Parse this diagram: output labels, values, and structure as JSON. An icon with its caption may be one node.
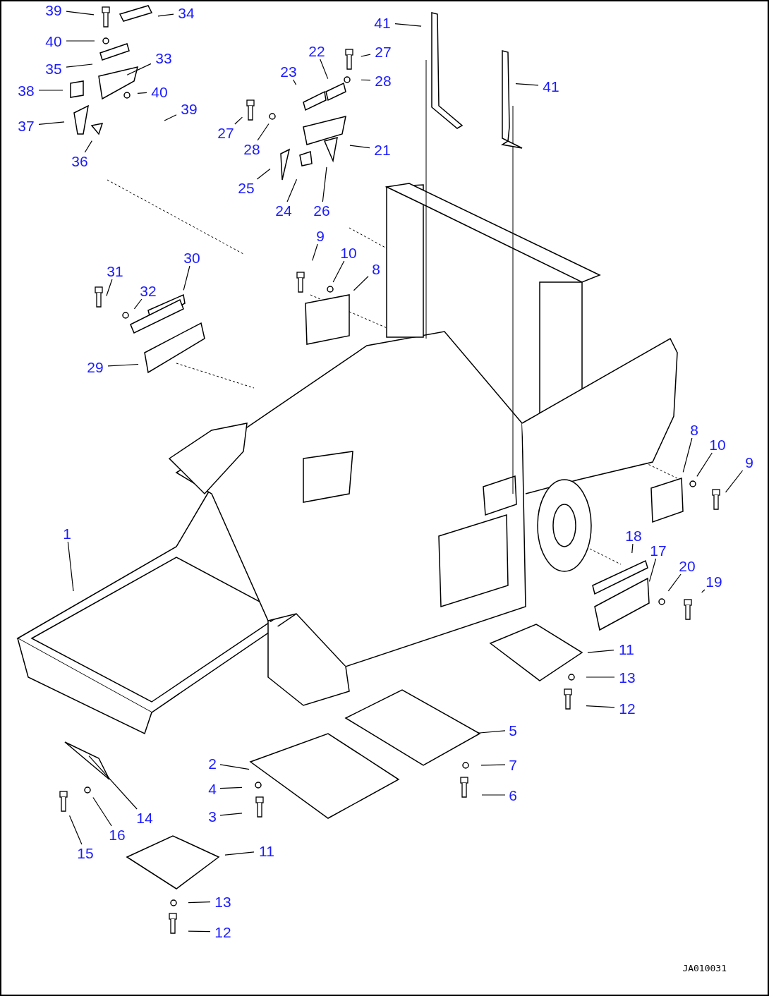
{
  "diagram": {
    "nodes": [
      {
        "text": [
          "39"
        ]
      },
      {
        "text": [
          "34"
        ]
      },
      {
        "text": [
          "40"
        ]
      },
      {
        "text": [
          "35"
        ]
      },
      {
        "text": [
          "33"
        ]
      },
      {
        "text": [
          "38"
        ]
      },
      {
        "text": [
          "40"
        ]
      },
      {
        "text": [
          "39"
        ]
      },
      {
        "text": [
          "37"
        ]
      },
      {
        "text": [
          "36"
        ]
      },
      {
        "text": [
          "41"
        ]
      },
      {
        "text": [
          "22"
        ]
      },
      {
        "text": [
          "27"
        ]
      },
      {
        "text": [
          "23"
        ]
      },
      {
        "text": [
          "28"
        ]
      },
      {
        "text": [
          "41"
        ]
      },
      {
        "text": [
          "27"
        ]
      },
      {
        "text": [
          "28"
        ]
      },
      {
        "text": [
          "21"
        ]
      },
      {
        "text": [
          "25"
        ]
      },
      {
        "text": [
          "24"
        ]
      },
      {
        "text": [
          "26"
        ]
      },
      {
        "text": [
          "9"
        ]
      },
      {
        "text": [
          "10"
        ]
      },
      {
        "text": [
          "8"
        ]
      },
      {
        "text": [
          "30"
        ]
      },
      {
        "text": [
          "31"
        ]
      },
      {
        "text": [
          "32"
        ]
      },
      {
        "text": [
          "29"
        ]
      },
      {
        "text": [
          "8"
        ]
      },
      {
        "text": [
          "10"
        ]
      },
      {
        "text": [
          "9"
        ]
      },
      {
        "text": [
          "18"
        ]
      },
      {
        "text": [
          "17"
        ]
      },
      {
        "text": [
          "20"
        ]
      },
      {
        "text": [
          "19"
        ]
      },
      {
        "text": [
          "1"
        ]
      },
      {
        "text": [
          "11"
        ]
      },
      {
        "text": [
          "13"
        ]
      },
      {
        "text": [
          "12"
        ]
      },
      {
        "text": [
          "5"
        ]
      },
      {
        "text": [
          "7"
        ]
      },
      {
        "text": [
          "2"
        ]
      },
      {
        "text": [
          "6"
        ]
      },
      {
        "text": [
          "4"
        ]
      },
      {
        "text": [
          "3"
        ]
      },
      {
        "text": [
          "14"
        ]
      },
      {
        "text": [
          "16"
        ]
      },
      {
        "text": [
          "15"
        ]
      },
      {
        "text": [
          "11"
        ]
      },
      {
        "text": [
          "13"
        ]
      },
      {
        "text": [
          "12"
        ]
      }
    ],
    "edges": [
      {
        "from": 0,
        "to": null,
        "arrow": "none"
      },
      {
        "from": 1,
        "to": null,
        "arrow": "none"
      },
      {
        "from": 2,
        "to": null,
        "arrow": "none"
      },
      {
        "from": 3,
        "to": null,
        "arrow": "none"
      },
      {
        "from": 4,
        "to": null,
        "arrow": "none"
      },
      {
        "from": 5,
        "to": null,
        "arrow": "none"
      },
      {
        "from": 6,
        "to": null,
        "arrow": "none"
      },
      {
        "from": 7,
        "to": null,
        "arrow": "none"
      },
      {
        "from": 8,
        "to": null,
        "arrow": "none"
      },
      {
        "from": 9,
        "to": null,
        "arrow": "none"
      },
      {
        "from": 10,
        "to": null,
        "arrow": "none"
      },
      {
        "from": 11,
        "to": null,
        "arrow": "none"
      },
      {
        "from": 12,
        "to": null,
        "arrow": "none"
      },
      {
        "from": 13,
        "to": null,
        "arrow": "none"
      },
      {
        "from": 14,
        "to": null,
        "arrow": "none"
      },
      {
        "from": 15,
        "to": null,
        "arrow": "none"
      },
      {
        "from": 16,
        "to": null,
        "arrow": "none"
      },
      {
        "from": 17,
        "to": null,
        "arrow": "none"
      },
      {
        "from": 18,
        "to": null,
        "arrow": "none"
      },
      {
        "from": 19,
        "to": null,
        "arrow": "none"
      },
      {
        "from": 20,
        "to": null,
        "arrow": "none"
      },
      {
        "from": 21,
        "to": null,
        "arrow": "none"
      },
      {
        "from": 22,
        "to": null,
        "arrow": "none"
      },
      {
        "from": 23,
        "to": null,
        "arrow": "none"
      },
      {
        "from": 24,
        "to": null,
        "arrow": "none"
      },
      {
        "from": 25,
        "to": null,
        "arrow": "none"
      },
      {
        "from": 26,
        "to": null,
        "arrow": "none"
      },
      {
        "from": 27,
        "to": null,
        "arrow": "none"
      },
      {
        "from": 28,
        "to": null,
        "arrow": "none"
      },
      {
        "from": 29,
        "to": null,
        "arrow": "none"
      },
      {
        "from": 30,
        "to": null,
        "arrow": "none"
      },
      {
        "from": 31,
        "to": null,
        "arrow": "none"
      },
      {
        "from": 32,
        "to": null,
        "arrow": "none"
      },
      {
        "from": 33,
        "to": null,
        "arrow": "none"
      },
      {
        "from": 34,
        "to": null,
        "arrow": "none"
      },
      {
        "from": 35,
        "to": null,
        "arrow": "none"
      },
      {
        "from": 36,
        "to": null,
        "arrow": "none"
      },
      {
        "from": 37,
        "to": null,
        "arrow": "none"
      },
      {
        "from": 38,
        "to": null,
        "arrow": "none"
      },
      {
        "from": 39,
        "to": null,
        "arrow": "none"
      },
      {
        "from": 40,
        "to": null,
        "arrow": "none"
      },
      {
        "from": 41,
        "to": null,
        "arrow": "none"
      },
      {
        "from": 42,
        "to": null,
        "arrow": "none"
      },
      {
        "from": 43,
        "to": null,
        "arrow": "none"
      },
      {
        "from": 44,
        "to": null,
        "arrow": "none"
      },
      {
        "from": 45,
        "to": null,
        "arrow": "none"
      },
      {
        "from": 46,
        "to": null,
        "arrow": "none"
      },
      {
        "from": 47,
        "to": null,
        "arrow": "none"
      },
      {
        "from": 48,
        "to": null,
        "arrow": "none"
      },
      {
        "from": 49,
        "to": null,
        "arrow": "none"
      },
      {
        "from": 50,
        "to": null,
        "arrow": "none"
      },
      {
        "from": 51,
        "to": null,
        "arrow": "none"
      }
    ],
    "labels": [
      "JA010031"
    ]
  }
}
